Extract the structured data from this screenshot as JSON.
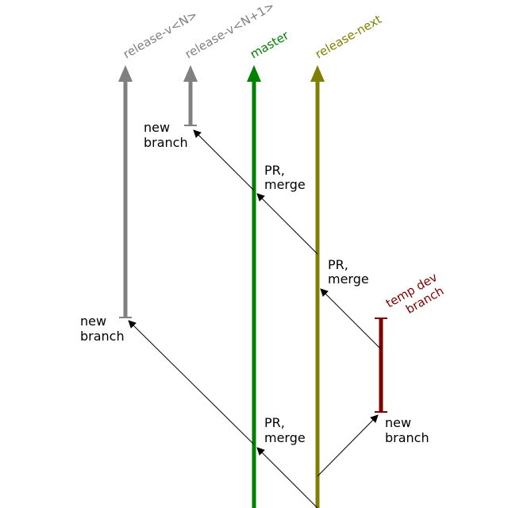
{
  "branches": {
    "release_n": {
      "label": "release-v<N>",
      "color": "#808080"
    },
    "release_n1": {
      "label": "release-v<N+1>",
      "color": "#808080"
    },
    "master": {
      "label": "master",
      "color": "#008000"
    },
    "release_next": {
      "label": "release-next",
      "color": "#808000"
    },
    "temp_dev": {
      "label": "temp dev branch",
      "label_lines": [
        "temp dev",
        "branch"
      ],
      "color": "#800000"
    }
  },
  "annotations": {
    "new_branch_lines": [
      "new",
      "branch"
    ],
    "pr_merge_lines": [
      "PR,",
      "merge"
    ]
  },
  "colors": {
    "arrow": "#000000",
    "background": "#ffffff"
  }
}
